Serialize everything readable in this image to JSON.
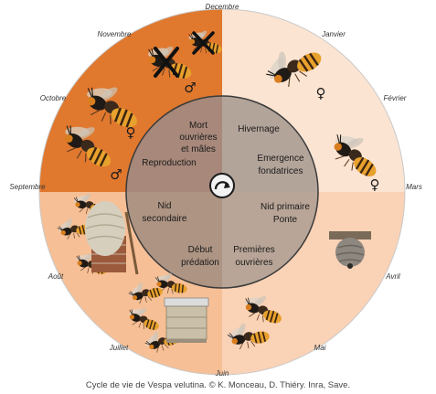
{
  "months": {
    "decembre": "Decembre",
    "janvier": "Janvier",
    "fevrier": "Février",
    "mars": "Mars",
    "avril": "Avril",
    "mai": "Mai",
    "juin": "Juin",
    "juillet": "Juillet",
    "aout": "Août",
    "septembre": "Septembre",
    "octobre": "Octobre",
    "novembre": "Novembre"
  },
  "phases": {
    "mort_line1": "Mort",
    "mort_line2": "ouvrières",
    "mort_line3": "et mâles",
    "reproduction": "Reproduction",
    "hivernage": "Hivernage",
    "emergence_line1": "Emergence",
    "emergence_line2": "fondatrices",
    "nid_primaire_line1": "Nid primaire",
    "nid_primaire_line2": "Ponte",
    "premieres_line1": "Premières",
    "premieres_line2": "ouvrières",
    "debut_line1": "Début",
    "debut_line2": "prédation",
    "nid_secondaire_line1": "Nid",
    "nid_secondaire_line2": "secondaire"
  },
  "symbols": {
    "female": "♀",
    "male": "♂"
  },
  "icons": {
    "center": "cycle-arrow-icon",
    "dead_marker": "cross-mark-icon"
  },
  "colors": {
    "autumn_dark": "#e0782e",
    "winter_light": "#fbe4d2",
    "summer_mid": "#f6bf96",
    "inner_ring": "#a79383",
    "inner_border": "#3a3a3a",
    "outer_border": "#c9c9c9"
  },
  "caption": "Cycle de vie de Vespa velutina. © K. Monceau, D. Thiéry. Inra, Save."
}
